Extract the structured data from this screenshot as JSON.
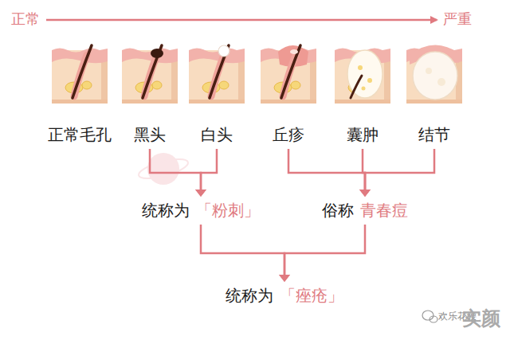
{
  "diagram": {
    "nodes": [
      {
        "text": [
          "正常毛孔"
        ]
      },
      {
        "text": [
          "黑头"
        ]
      },
      {
        "text": [
          "白头"
        ]
      },
      {
        "text": [
          "丘疹"
        ]
      },
      {
        "text": [
          "囊肿"
        ]
      },
      {
        "text": [
          "结节"
        ]
      },
      {
        "text": [
          "统称为",
          "「粉刺」"
        ]
      },
      {
        "text": [
          "俗称",
          "青春痘"
        ]
      },
      {
        "text": [
          "统称为",
          "「痤疮」"
        ]
      }
    ],
    "edges": [
      {
        "from": 1,
        "to": 6,
        "arrow": "to"
      },
      {
        "from": 2,
        "to": 6,
        "arrow": "to"
      },
      {
        "from": 3,
        "to": 7,
        "arrow": "to"
      },
      {
        "from": 4,
        "to": 7,
        "arrow": "to"
      },
      {
        "from": 5,
        "to": 7,
        "arrow": "to"
      },
      {
        "from": 6,
        "to": 8,
        "arrow": "to"
      },
      {
        "from": 7,
        "to": 8,
        "arrow": "to"
      }
    ],
    "labels": [
      "正常",
      "严重",
      "欢乐花腰",
      "实颜"
    ]
  }
}
